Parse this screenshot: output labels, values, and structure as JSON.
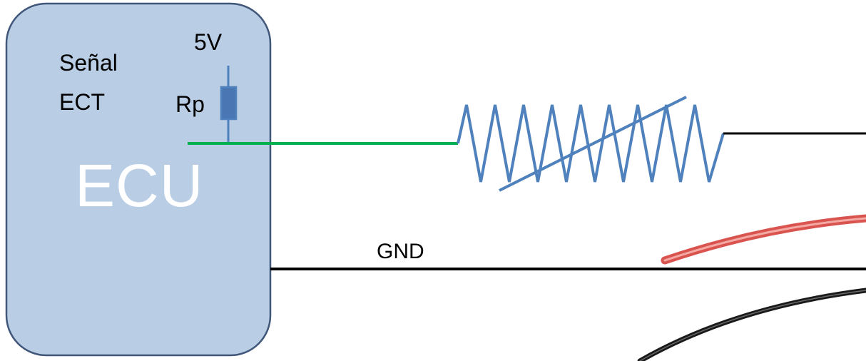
{
  "labels": {
    "ecu": "ECU",
    "signal_line1": "Señal",
    "signal_line2": "ECT",
    "supply": "5V",
    "pullup": "Rp",
    "ground": "GND"
  },
  "colors": {
    "ecu_fill": "#b9cde5",
    "ecu_border": "#41577a",
    "resistor": "#4f81bd",
    "resistor_fill": "#4a76b4",
    "signal_wire": "#00b050",
    "ground_wire": "#000000",
    "red_wire": "#d9534f",
    "black_wire": "#1a1a1a"
  },
  "icons": {
    "pullup_resistor": "resistor-icon",
    "thermistor": "ntc-thermistor-icon"
  }
}
